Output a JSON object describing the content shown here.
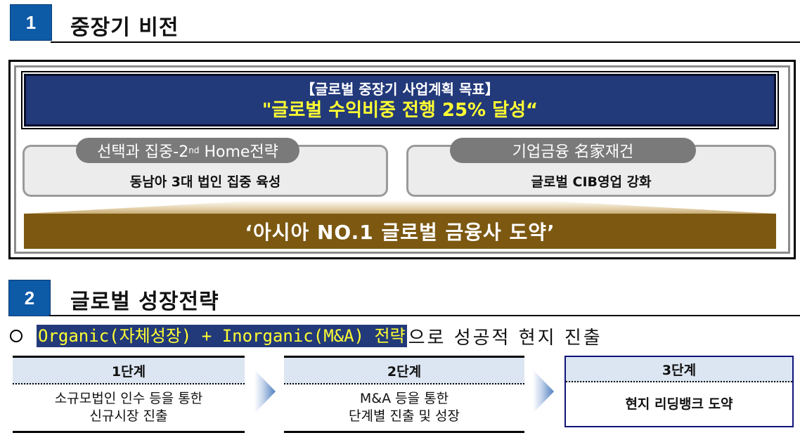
{
  "section1": {
    "number": "1",
    "title": "중장기 비전",
    "goal": {
      "subtitle": "【글로벌 중장기 사업계획 목표】",
      "headline": "\"글로벌 수익비중 전행 25% 달성“"
    },
    "pillars": [
      {
        "tab_prefix": "선택과 집중-2",
        "tab_sup": "nd",
        "tab_suffix": " Home전략",
        "description": "동남아 3대 법인 집중 육성"
      },
      {
        "tab": "기업금융 名家재건",
        "description": "글로벌 CIB영업 강화"
      }
    ],
    "foundation": "‘아시아 NO.1 글로벌 금융사 도약’"
  },
  "section2": {
    "number": "2",
    "title": "글로벌 성장전략",
    "bullet": {
      "highlight": "Organic(자체성장) + Inorganic(M&A) 전략",
      "rest": "으로 성공적 현지 진출"
    },
    "stages": [
      {
        "label": "1단계",
        "lines": [
          "소규모법인 인수 등을 통한",
          "신규시장 진출"
        ]
      },
      {
        "label": "2단계",
        "lines": [
          "M&A 등을 통한",
          "단계별 진출 및 성장"
        ]
      },
      {
        "label": "3단계",
        "lines": [
          "현지 리딩뱅크 도약"
        ]
      }
    ]
  },
  "colors": {
    "section_badge": "#0d5aa7",
    "goal_bg": "#22397a",
    "goal_headline": "#ffff33",
    "pillar_tab": "#7a7a7a",
    "foundation_bg": "#7c5811",
    "stage_head_bg": "#dce6f2",
    "stage3_border": "#101478"
  }
}
